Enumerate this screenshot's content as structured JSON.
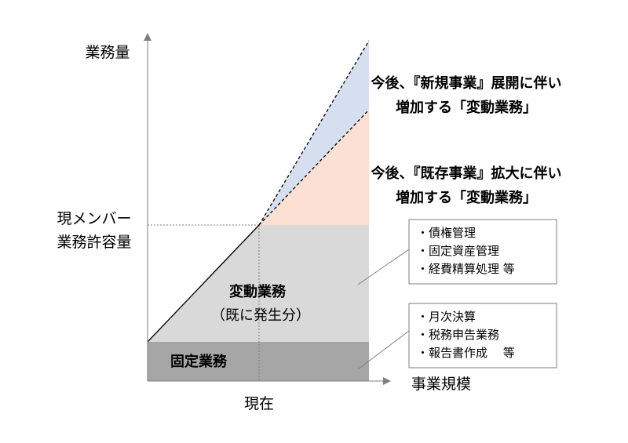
{
  "y_axis_label": "業務量",
  "x_axis_label": "事業規模",
  "x_tick_label": "現在",
  "capacity_label": {
    "line1": "現メンバー",
    "line2": "業務許容量"
  },
  "fixed_area_label": "固定業務",
  "variable_area_label": {
    "line1": "変動業務",
    "line2": "（既に発生分）"
  },
  "blue_area_label": {
    "line1": "今後、『新規事業』展開に伴い",
    "line2": "増加する「変動業務」"
  },
  "peach_area_label": {
    "line1": "今後、『既存事業』拡大に伴い",
    "line2": "増加する「変動業務」"
  },
  "variable_tasks_box": [
    "・債権管理",
    "・固定資産管理",
    "・経費精算処理 等"
  ],
  "fixed_tasks_box": [
    "・月次決算",
    "・税務申告業務",
    "・報告書作成　 等"
  ],
  "colors": {
    "fixed_area": "#a6a6a6",
    "variable_area": "#d9d9d9",
    "blue_area": "#d6dff0",
    "peach_area": "#fbe0d3",
    "axis": "#7f7f7f"
  }
}
